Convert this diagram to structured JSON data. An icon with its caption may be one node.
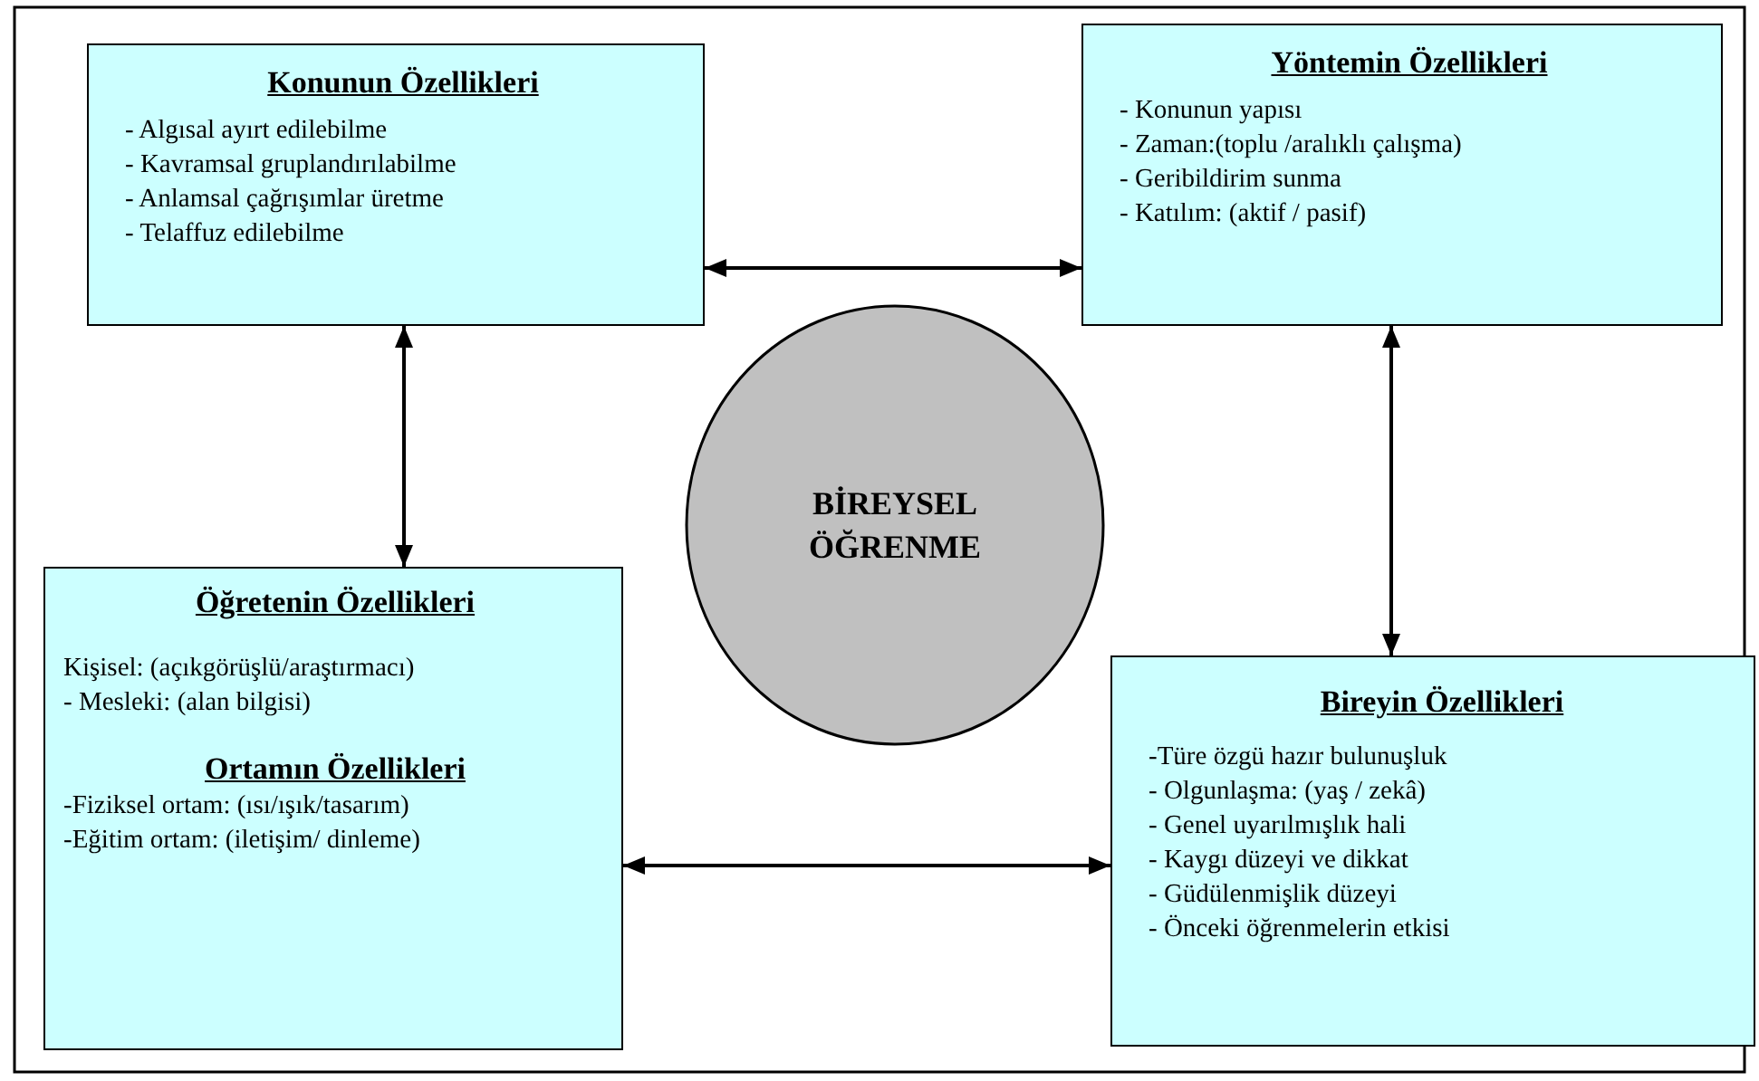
{
  "diagram": {
    "nodes": [
      {
        "text": [
          "Konunun Özellikleri",
          "- Algısal ayırt edilebilme",
          "- Kavramsal gruplandırılabilme",
          "- Anlamsal çağrışımlar üretme",
          "- Telaffuz edilebilme"
        ]
      },
      {
        "text": [
          "Yöntemin Özellikleri",
          "- Konunun yapısı",
          "- Zaman:(toplu /aralıklı çalışma)",
          "- Geribildirim sunma",
          "- Katılım: (aktif / pasif)"
        ]
      },
      {
        "text": [
          "BİREYSEL ÖĞRENME"
        ]
      },
      {
        "text": [
          "Öğretenin Özellikleri",
          "Kişisel: (açıkgörüşlü/araştırmacı)",
          "- Mesleki: (alan bilgisi)",
          "Ortamın Özellikleri",
          "-Fiziksel ortam: (ısı/ışık/tasarım)",
          "-Eğitim ortam: (iletişim/ dinleme)"
        ]
      },
      {
        "text": [
          "Bireyin Özellikleri",
          "-Türe özgü hazır bulunuşluk",
          "- Olgunlaşma: (yaş / zekâ)",
          "- Genel uyarılmışlık hali",
          "- Kaygı düzeyi ve dikkat",
          "- Güdülenmişlik düzeyi",
          "- Önceki öğrenmelerin etkisi"
        ]
      }
    ],
    "edges": [
      {
        "from": 0,
        "to": 1,
        "arrow": "both"
      },
      {
        "from": 0,
        "to": 3,
        "arrow": "both"
      },
      {
        "from": 1,
        "to": 4,
        "arrow": "both"
      },
      {
        "from": 3,
        "to": 4,
        "arrow": "both"
      }
    ]
  }
}
